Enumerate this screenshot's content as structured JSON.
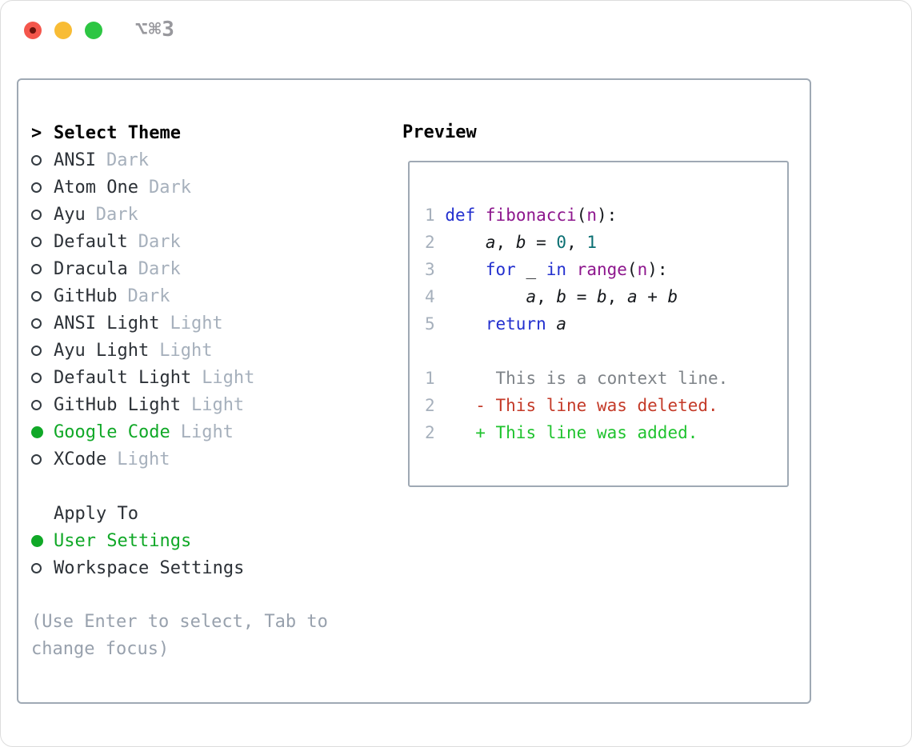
{
  "window": {
    "title": "⌥⌘3"
  },
  "colors": {
    "accent_green": "#10a827",
    "added_green": "#1fc32e",
    "deleted_red": "#c43a28",
    "context_gray": "#7e8388",
    "keyword_blue": "#2330cf",
    "function_purple": "#8d168d",
    "number_teal": "#0a6f72",
    "muted": "#a6b0bc",
    "text_dark": "#2c3137",
    "hint_gray": "#98a1ad",
    "border_gray": "#9fa9b4",
    "traffic_red": "#f4564c",
    "traffic_yellow": "#f8bc35",
    "traffic_green": "#2dc643",
    "title_gray": "#98989d"
  },
  "theme_panel": {
    "header": "Select Theme",
    "items": [
      {
        "name": "ANSI",
        "variant": "Dark",
        "selected": false
      },
      {
        "name": "Atom One",
        "variant": "Dark",
        "selected": false
      },
      {
        "name": "Ayu",
        "variant": "Dark",
        "selected": false
      },
      {
        "name": "Default",
        "variant": "Dark",
        "selected": false
      },
      {
        "name": "Dracula",
        "variant": "Dark",
        "selected": false
      },
      {
        "name": "GitHub",
        "variant": "Dark",
        "selected": false
      },
      {
        "name": "ANSI Light",
        "variant": "Light",
        "selected": false
      },
      {
        "name": "Ayu Light",
        "variant": "Light",
        "selected": false
      },
      {
        "name": "Default Light",
        "variant": "Light",
        "selected": false
      },
      {
        "name": "GitHub Light",
        "variant": "Light",
        "selected": false
      },
      {
        "name": "Google Code",
        "variant": "Light",
        "selected": true
      },
      {
        "name": "XCode",
        "variant": "Light",
        "selected": false
      }
    ],
    "apply_to": {
      "header": "Apply To",
      "options": [
        {
          "label": "User Settings",
          "selected": true
        },
        {
          "label": "Workspace Settings",
          "selected": false
        }
      ]
    },
    "hint": "(Use Enter to select, Tab to change focus)"
  },
  "preview": {
    "title": "Preview",
    "lines": [
      [
        [
          "ln",
          "1"
        ],
        [
          "pl",
          " "
        ],
        [
          "kw",
          "def"
        ],
        [
          "pl",
          " "
        ],
        [
          "fn",
          "fibonacci"
        ],
        [
          "pl",
          "("
        ],
        [
          "fn",
          "n"
        ],
        [
          "pl",
          "):"
        ]
      ],
      [
        [
          "ln",
          "2"
        ],
        [
          "pl",
          "     "
        ],
        [
          "vr",
          "a"
        ],
        [
          "pl",
          ", "
        ],
        [
          "vr",
          "b"
        ],
        [
          "pl",
          " = "
        ],
        [
          "nm",
          "0"
        ],
        [
          "pl",
          ", "
        ],
        [
          "nm",
          "1"
        ]
      ],
      [
        [
          "ln",
          "3"
        ],
        [
          "pl",
          "     "
        ],
        [
          "kw",
          "for"
        ],
        [
          "pl",
          " _ "
        ],
        [
          "kw",
          "in"
        ],
        [
          "pl",
          " "
        ],
        [
          "fn",
          "range"
        ],
        [
          "pl",
          "("
        ],
        [
          "fn",
          "n"
        ],
        [
          "pl",
          "):"
        ]
      ],
      [
        [
          "ln",
          "4"
        ],
        [
          "pl",
          "         "
        ],
        [
          "vr",
          "a"
        ],
        [
          "pl",
          ", "
        ],
        [
          "vr",
          "b"
        ],
        [
          "pl",
          " = "
        ],
        [
          "vr",
          "b"
        ],
        [
          "pl",
          ", "
        ],
        [
          "vr",
          "a"
        ],
        [
          "pl",
          " + "
        ],
        [
          "vr",
          "b"
        ]
      ],
      [
        [
          "ln",
          "5"
        ],
        [
          "pl",
          "     "
        ],
        [
          "kw",
          "return"
        ],
        [
          "pl",
          " "
        ],
        [
          "vr",
          "a"
        ]
      ],
      [],
      [
        [
          "ln",
          "1"
        ],
        [
          "pl",
          "      "
        ],
        [
          "ctx",
          "This is a context line."
        ]
      ],
      [
        [
          "ln",
          "2"
        ],
        [
          "pl",
          "    "
        ],
        [
          "del",
          "- This line was deleted."
        ]
      ],
      [
        [
          "ln",
          "2"
        ],
        [
          "pl",
          "    "
        ],
        [
          "add",
          "+ This line was added."
        ]
      ]
    ]
  }
}
